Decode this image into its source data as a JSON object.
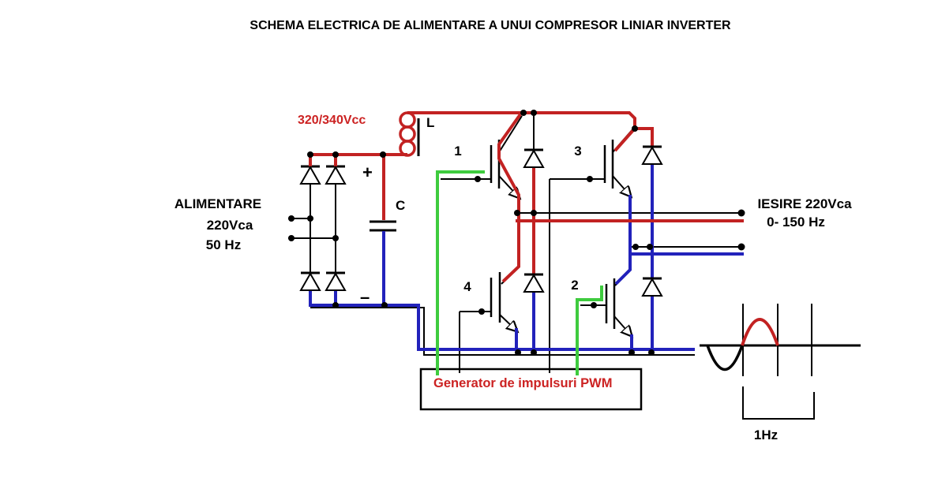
{
  "title": "SCHEMA ELECTRICA DE ALIMENTARE A UNUI COMPRESOR LINIAR INVERTER",
  "supply": {
    "name": "ALIMENTARE",
    "voltage": "220Vca",
    "frequency": "50 Hz"
  },
  "dc_link": {
    "voltage": "320/340Vcc",
    "plus": "+",
    "minus": "–",
    "inductor": "L",
    "capacitor": "C"
  },
  "inverter": {
    "igbt1": "1",
    "igbt2": "2",
    "igbt3": "3",
    "igbt4": "4"
  },
  "output": {
    "name": "IESIRE  220Vca",
    "frequency": "0- 150 Hz"
  },
  "pwm_generator": {
    "label": "Generator de impulsuri PWM"
  },
  "waveform": {
    "frequency": "1Hz"
  },
  "colors": {
    "positive_wire": "#c22222",
    "negative_wire": "#2222bb",
    "gate_wire": "#3ecb3e",
    "label_red": "#cc2222",
    "line": "#000000",
    "background": "#ffffff"
  }
}
